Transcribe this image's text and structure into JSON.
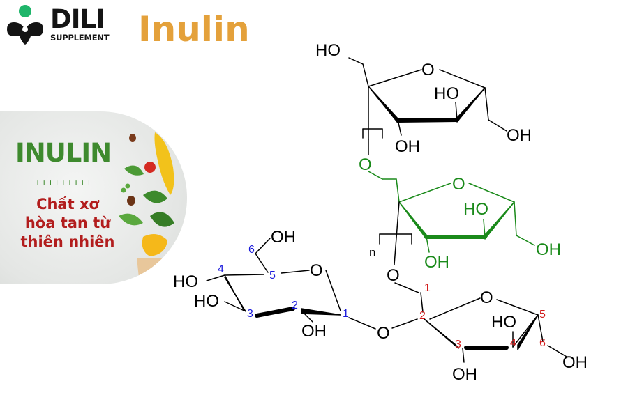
{
  "brand": {
    "name": "DILI",
    "tagline": "SUPPLEMENT",
    "accent": "#1fb56a",
    "dark": "#141414"
  },
  "title": "Inulin",
  "badge": {
    "heading": "INULIN",
    "separator": "+++++++++",
    "lines": [
      "Chất xơ",
      "hòa tan từ",
      "thiên nhiên"
    ]
  },
  "molecule": {
    "labels": {
      "top_ho": "HO",
      "top_ring_o": "O",
      "top_ho2": "HO",
      "top_oh_bottom": "OH",
      "top_oh_right": "OH",
      "link_o": "O",
      "mid_ring_o": "O",
      "mid_ho": "HO",
      "mid_oh_bottom": "OH",
      "mid_oh_right": "OH",
      "repeat_n": "n",
      "link_o2": "O",
      "glc_oh6": "OH",
      "glc_ring_o": "O",
      "glc_ho4": "HO",
      "glc_ho3": "HO",
      "glc_oh2": "OH",
      "glyco_o": "O",
      "fru_ring_o": "O",
      "fru_ho4": "HO",
      "fru_oh3": "OH",
      "fru_oh6": "OH"
    },
    "numbers": {
      "g6": "6",
      "g5": "5",
      "g4": "4",
      "g3": "3",
      "g2": "2",
      "g1": "1",
      "f1": "1",
      "f2": "2",
      "f3": "3",
      "f4": "4",
      "f5": "5",
      "f6": "6"
    },
    "colors": {
      "bond": "#000000",
      "highlight": "#1a8a1a",
      "glucose_num": "#1a1adb",
      "fructose_num": "#d11a1a"
    }
  }
}
